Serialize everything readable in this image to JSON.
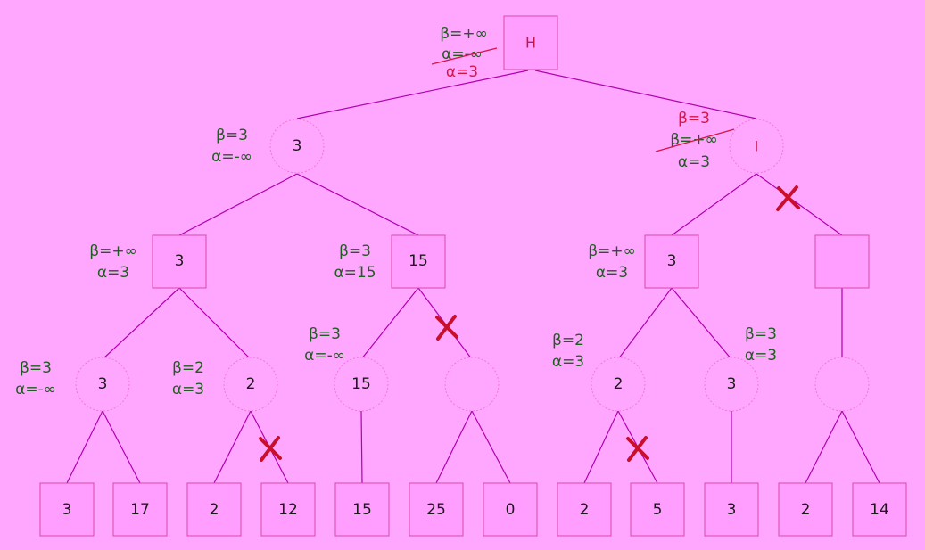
{
  "nodes": {
    "H": "H",
    "I": "I",
    "l1_left": "3",
    "l2_a": "3",
    "l2_b": "15",
    "l2_c": "3",
    "l2_d": "",
    "l3_a": "3",
    "l3_b": "2",
    "l3_c": "15",
    "l3_d": "",
    "l3_e": "2",
    "l3_f": "3",
    "l3_g": "",
    "leaves": [
      "3",
      "17",
      "2",
      "12",
      "15",
      "25",
      "0",
      "2",
      "5",
      "3",
      "2",
      "14"
    ]
  },
  "bounds": {
    "H": {
      "beta": "β=+∞",
      "alpha_old": "α=-∞",
      "alpha_new": "α=3"
    },
    "I": {
      "beta_new": "β=3",
      "beta_old": "β=+∞",
      "alpha": "α=3"
    },
    "l1_left": {
      "beta": "β=3",
      "alpha": "α=-∞"
    },
    "l2_a": {
      "beta": "β=+∞",
      "alpha": "α=3"
    },
    "l2_b": {
      "beta": "β=3",
      "alpha": "α=15"
    },
    "l2_c": {
      "beta": "β=+∞",
      "alpha": "α=3"
    },
    "l3_a": {
      "beta": "β=3",
      "alpha": "α=-∞"
    },
    "l3_b": {
      "beta": "β=2",
      "alpha": "α=3"
    },
    "l3_c": {
      "beta": "β=3",
      "alpha": "α=-∞"
    },
    "l3_e": {
      "beta": "β=2",
      "alpha": "α=3"
    },
    "l3_f": {
      "beta": "β=3",
      "alpha": "α=3"
    }
  },
  "colors": {
    "background": "#ffa6ff",
    "edge": "#b000b0",
    "bound_text": "#1f5c20",
    "updated_text": "#d41548",
    "prune_mark": "#c8102e"
  }
}
